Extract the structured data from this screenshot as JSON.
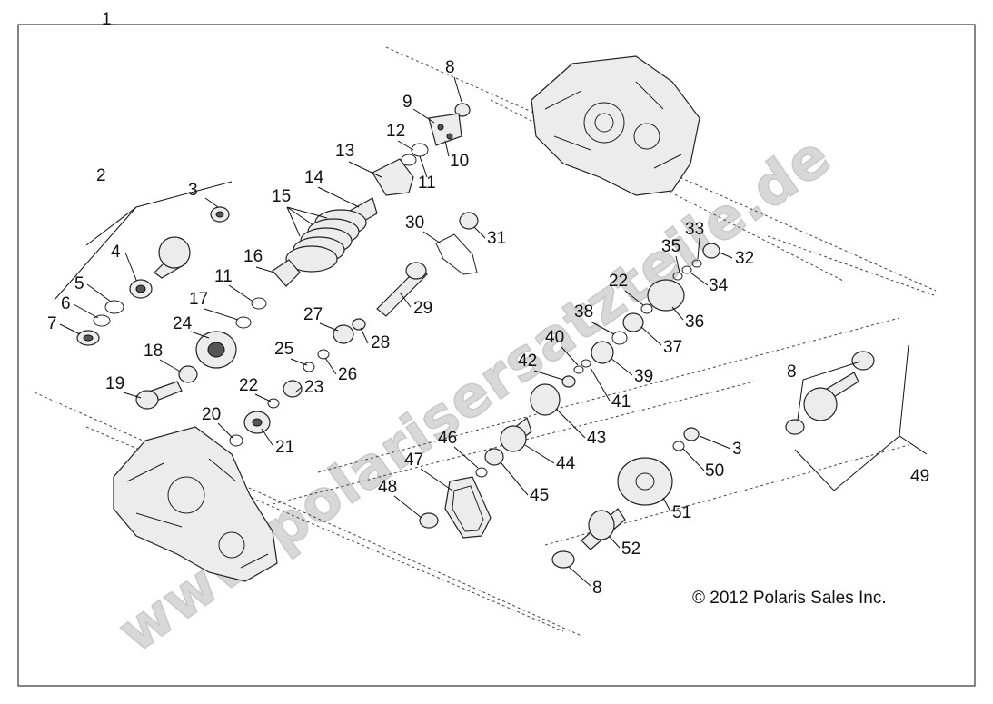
{
  "diagram": {
    "frame_label": "1",
    "copyright": "© 2012 Polaris Sales Inc.",
    "watermark": "www.polarisersatzteile.de",
    "callouts": [
      {
        "id": "c2",
        "label": "2"
      },
      {
        "id": "c3a",
        "label": "3"
      },
      {
        "id": "c4",
        "label": "4"
      },
      {
        "id": "c5",
        "label": "5"
      },
      {
        "id": "c6",
        "label": "6"
      },
      {
        "id": "c7",
        "label": "7"
      },
      {
        "id": "c8a",
        "label": "8"
      },
      {
        "id": "c9",
        "label": "9"
      },
      {
        "id": "c10",
        "label": "10"
      },
      {
        "id": "c11a",
        "label": "11"
      },
      {
        "id": "c12",
        "label": "12"
      },
      {
        "id": "c13",
        "label": "13"
      },
      {
        "id": "c14",
        "label": "14"
      },
      {
        "id": "c15",
        "label": "15"
      },
      {
        "id": "c16",
        "label": "16"
      },
      {
        "id": "c11b",
        "label": "11"
      },
      {
        "id": "c17",
        "label": "17"
      },
      {
        "id": "c18",
        "label": "18"
      },
      {
        "id": "c19",
        "label": "19"
      },
      {
        "id": "c20",
        "label": "20"
      },
      {
        "id": "c21",
        "label": "21"
      },
      {
        "id": "c22a",
        "label": "22"
      },
      {
        "id": "c23",
        "label": "23"
      },
      {
        "id": "c24",
        "label": "24"
      },
      {
        "id": "c25",
        "label": "25"
      },
      {
        "id": "c26",
        "label": "26"
      },
      {
        "id": "c27",
        "label": "27"
      },
      {
        "id": "c28",
        "label": "28"
      },
      {
        "id": "c29",
        "label": "29"
      },
      {
        "id": "c30",
        "label": "30"
      },
      {
        "id": "c31",
        "label": "31"
      },
      {
        "id": "c32",
        "label": "32"
      },
      {
        "id": "c33",
        "label": "33"
      },
      {
        "id": "c34",
        "label": "34"
      },
      {
        "id": "c35",
        "label": "35"
      },
      {
        "id": "c22b",
        "label": "22"
      },
      {
        "id": "c36",
        "label": "36"
      },
      {
        "id": "c37",
        "label": "37"
      },
      {
        "id": "c38",
        "label": "38"
      },
      {
        "id": "c39",
        "label": "39"
      },
      {
        "id": "c40",
        "label": "40"
      },
      {
        "id": "c41",
        "label": "41"
      },
      {
        "id": "c42",
        "label": "42"
      },
      {
        "id": "c43",
        "label": "43"
      },
      {
        "id": "c44",
        "label": "44"
      },
      {
        "id": "c45",
        "label": "45"
      },
      {
        "id": "c46",
        "label": "46"
      },
      {
        "id": "c47",
        "label": "47"
      },
      {
        "id": "c48",
        "label": "48"
      },
      {
        "id": "c8b",
        "label": "8"
      },
      {
        "id": "c49",
        "label": "49"
      },
      {
        "id": "c3b",
        "label": "3"
      },
      {
        "id": "c50",
        "label": "50"
      },
      {
        "id": "c51",
        "label": "51"
      },
      {
        "id": "c52",
        "label": "52"
      },
      {
        "id": "c8c",
        "label": "8"
      }
    ]
  }
}
